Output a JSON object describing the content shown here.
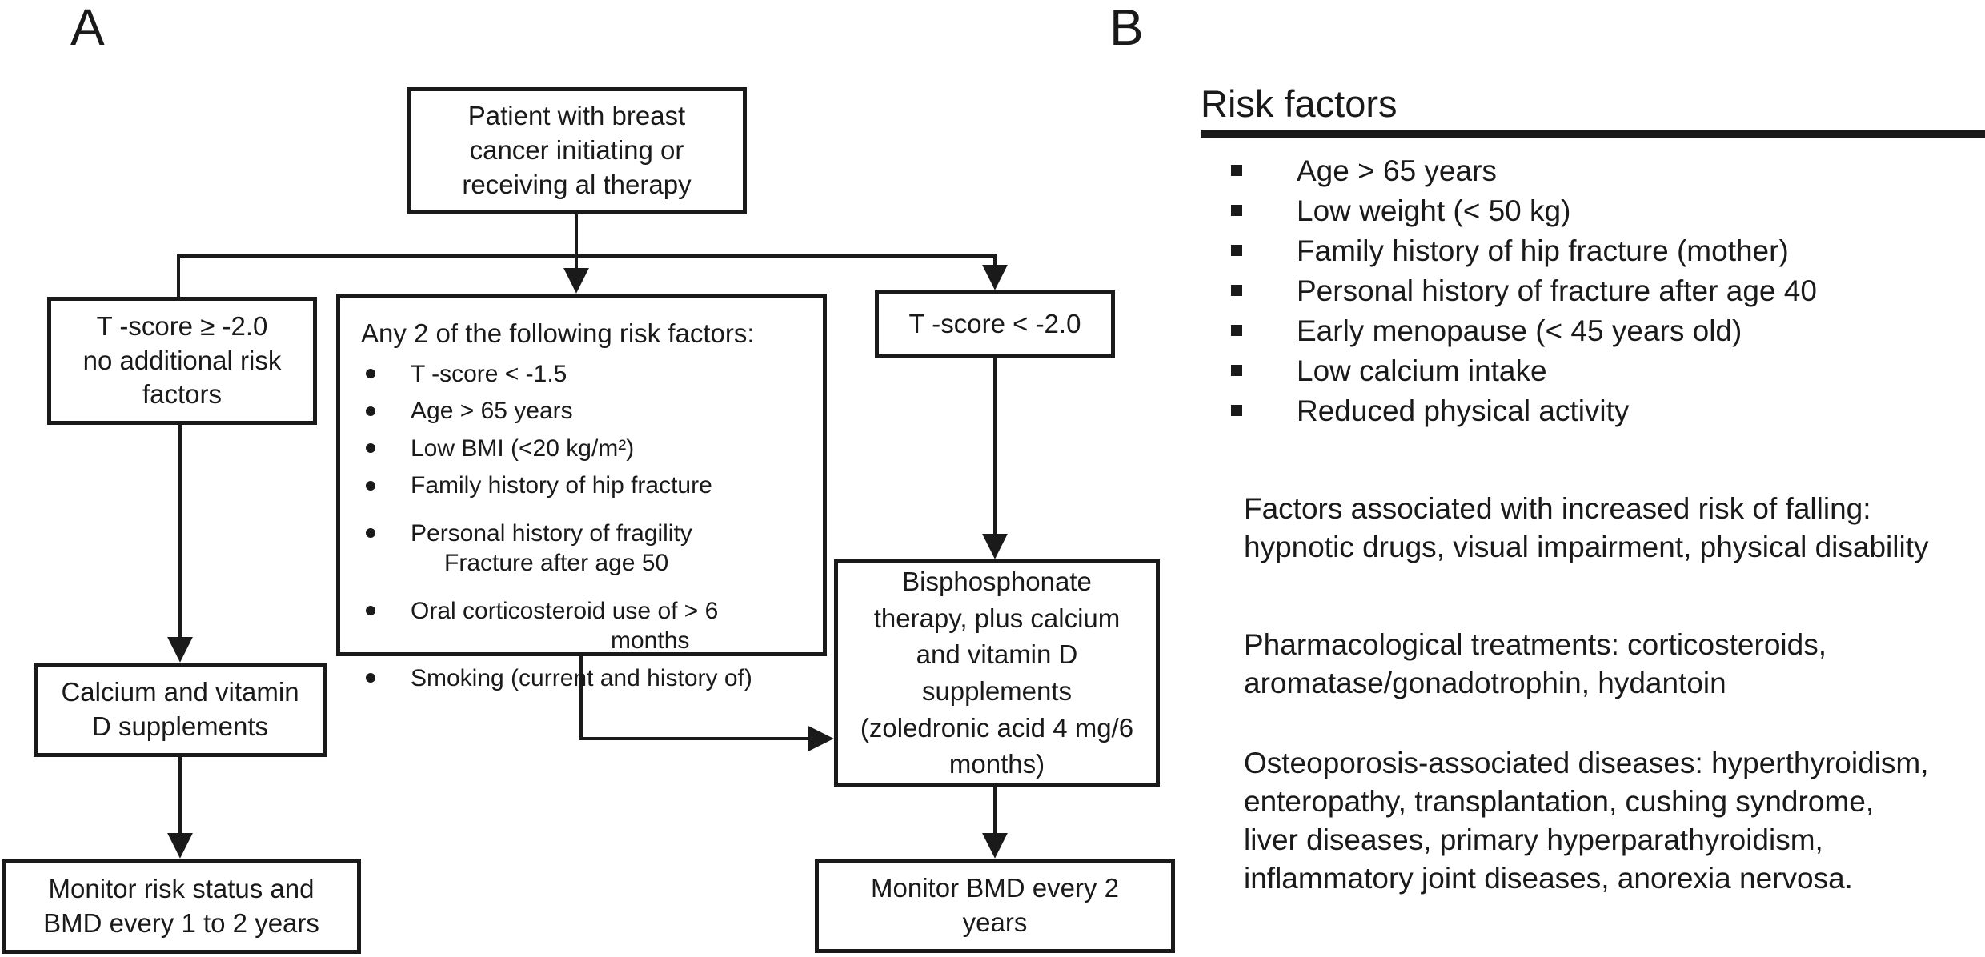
{
  "colors": {
    "ink": "#1a1a1a",
    "background": "#ffffff"
  },
  "panelA": {
    "label": "A",
    "nodes": {
      "patient": {
        "text": "Patient with breast\ncancer initiating or\nreceiving al therapy"
      },
      "tscoreHigh": {
        "text": "T -score ≥ -2.0\nno additional risk\nfactors"
      },
      "anyTwo": {
        "title": "Any 2 of the following risk factors:",
        "items": [
          {
            "text": "T -score < -1.5"
          },
          {
            "text": "Age > 65 years"
          },
          {
            "text": "Low BMI (<20 kg/m²)"
          },
          {
            "text": "Family history of hip fracture"
          },
          {
            "text": "Personal history of fragility",
            "text2": "Fracture after age 50"
          },
          {
            "text": "Oral corticosteroid use of > 6",
            "text2": "months"
          },
          {
            "text": "Smoking (current and history of)"
          }
        ]
      },
      "tscoreLow": {
        "text": "T -score < -2.0"
      },
      "calcium": {
        "text": "Calcium and vitamin\nD supplements"
      },
      "bisphosphonate": {
        "text": "Bisphosphonate\ntherapy, plus calcium\nand vitamin D\nsupplements\n(zoledronic acid 4 mg/6\nmonths)"
      },
      "monitorRisk": {
        "text": "Monitor risk status and\nBMD every 1 to 2 years"
      },
      "monitorBmd": {
        "text": "Monitor BMD every 2\nyears"
      }
    }
  },
  "panelB": {
    "label": "B",
    "heading": "Risk factors",
    "bullets": [
      "Age > 65 years",
      "Low weight (< 50 kg)",
      "Family history of hip fracture (mother)",
      "Personal history of fracture after age 40",
      "Early menopause (< 45 years old)",
      "Low calcium intake",
      "Reduced physical activity"
    ],
    "paragraphs": {
      "falling": "Factors associated with increased risk of falling:\nhypnotic drugs, visual impairment, physical disability",
      "pharmacological": "Pharmacological treatments: corticosteroids,\naromatase/gonadotrophin, hydantoin",
      "diseases": "Osteoporosis-associated diseases: hyperthyroidism,\nenteropathy, transplantation, cushing syndrome,\nliver diseases, primary hyperparathyroidism,\ninflammatory joint diseases, anorexia nervosa."
    }
  }
}
